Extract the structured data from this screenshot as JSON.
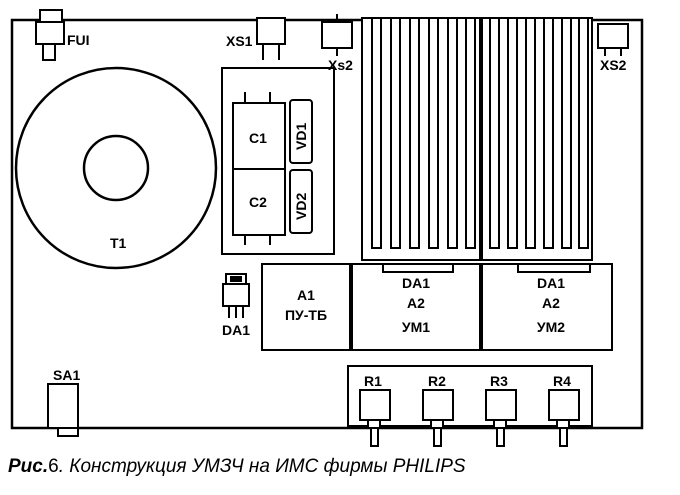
{
  "labels": {
    "fuse": "FUI",
    "xs1": "XS1",
    "xs2_mid": "Xs2",
    "xs2_right": "XS2",
    "transformer": "T1",
    "c1": "C1",
    "c2": "C2",
    "vd1": "VD1",
    "vd2": "VD2",
    "da1_reg": "DA1",
    "a1_line1": "A1",
    "a1_line2": "ПУ-ТБ",
    "amp1_line1": "DA1",
    "amp1_line2": "A2",
    "amp1_line3": "УМ1",
    "amp2_line1": "DA1",
    "amp2_line2": "A2",
    "amp2_line3": "УМ2",
    "switch": "SA1",
    "r1": "R1",
    "r2": "R2",
    "r3": "R3",
    "r4": "R4"
  },
  "caption": {
    "prefix": "Рис.",
    "number": "6",
    "text": ". Конструкция УМЗЧ на ИМС фирмы PHILIPS"
  }
}
